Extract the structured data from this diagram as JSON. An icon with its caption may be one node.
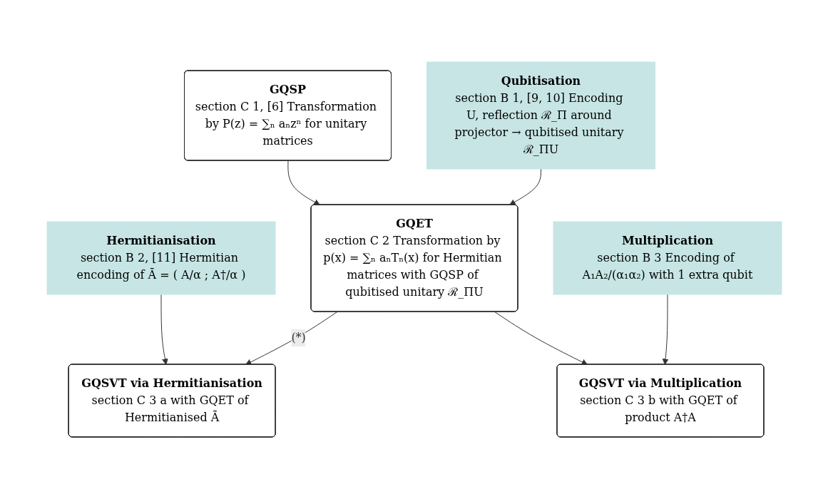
{
  "diagram": {
    "nodes": [
      {
        "text": [
          "GQSP",
          "section C 1, [6] Transformation by P(z) = ∑ₙ aₙzⁿ for unitary matrices"
        ]
      },
      {
        "text": [
          "Qubitisation",
          "section B 1, [9, 10] Encoding U, reflection ℛ_Π around projector → qubitised unitary ℛ_ΠU"
        ]
      },
      {
        "text": [
          "GQET",
          "section C 2 Transformation by p(x) = ∑ₙ aₙTₙ(x) for Hermitian matrices with GQSP of qubitised unitary ℛ_ΠU"
        ]
      },
      {
        "text": [
          "Hermitianisation",
          "section B 2, [11] Hermitian encoding of Ā = ( A/α ; A†/α )"
        ]
      },
      {
        "text": [
          "Multiplication",
          "section B 3 Encoding of A₁A₂/(α₁α₂) with 1 extra qubit"
        ]
      },
      {
        "text": [
          "GQSVT via Hermitianisation",
          "section C 3 a with GQET of Hermitianised Ā"
        ]
      },
      {
        "text": [
          "GQSVT via Multiplication",
          "section C 3 b with GQET of product A†A"
        ]
      }
    ],
    "edges": [
      {
        "from": 0,
        "to": 2,
        "arrow": "to"
      },
      {
        "from": 1,
        "to": 2,
        "arrow": "to"
      },
      {
        "from": 2,
        "to": 5,
        "arrow": "to",
        "label": "(*)"
      },
      {
        "from": 3,
        "to": 5,
        "arrow": "to"
      },
      {
        "from": 2,
        "to": 6,
        "arrow": "to"
      },
      {
        "from": 4,
        "to": 6,
        "arrow": "to"
      }
    ]
  }
}
